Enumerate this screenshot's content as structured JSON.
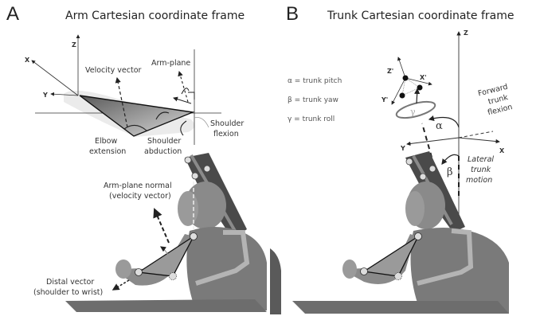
{
  "panels": [
    {
      "letter": "A",
      "title": "Arm Cartesian coordinate frame",
      "axes": {
        "x": "X",
        "y": "Y",
        "z": "Z"
      },
      "labels": {
        "velocity_vector": "Velocity vector",
        "arm_plane": "Arm-plane",
        "shoulder_flexion_1": "Shoulder",
        "shoulder_flexion_2": "flexion",
        "elbow_extension_1": "Elbow",
        "elbow_extension_2": "extension",
        "shoulder_abduction_1": "Shoulder",
        "shoulder_abduction_2": "abduction",
        "arm_plane_normal_1": "Arm-plane normal",
        "arm_plane_normal_2": "(velocity vector)",
        "distal_vector_1": "Distal vector",
        "distal_vector_2": "(shoulder to wrist)"
      }
    },
    {
      "letter": "B",
      "title": "Trunk Cartesian coordinate frame",
      "axes": {
        "x": "X",
        "y": "Y",
        "z": "Z",
        "x_prime": "X'",
        "y_prime": "Y'",
        "z_prime": "Z'"
      },
      "legend": [
        "α = trunk pitch",
        "β = trunk yaw",
        "γ = trunk roll"
      ],
      "greek": {
        "alpha": "α",
        "beta": "β",
        "gamma": "γ"
      },
      "labels": {
        "forward_1": "Forward",
        "forward_2": "trunk",
        "forward_3": "flexion",
        "lateral_1": "Lateral",
        "lateral_2": "trunk",
        "lateral_3": "motion"
      }
    }
  ],
  "colors": {
    "skin": "#8a8a8a",
    "skin_dark": "#6a6a6a",
    "board": "#4a4a4a",
    "strap": "#b4b4b4",
    "face_mask": "#9a9a9a",
    "table": "#7a7a7a",
    "triangle_fill": "#8c8c8c",
    "line": "#222222"
  }
}
